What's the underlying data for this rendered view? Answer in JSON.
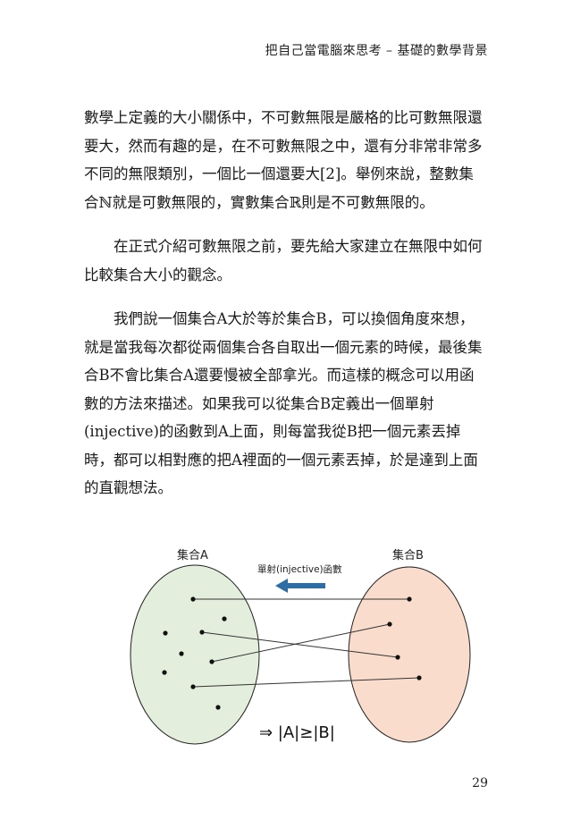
{
  "header": {
    "running_title": "把自己當電腦來思考 – 基礎的數學背景"
  },
  "paragraphs": [
    "數學上定義的大小關係中，不可數無限是嚴格的比可數無限還要大，然而有趣的是，在不可數無限之中，還有分非常非常多不同的無限類別，一個比一個還要大[2]。舉例來說，整數集合ℕ就是可數無限的，實數集合ℝ則是不可數無限的。",
    "在正式介紹可數無限之前，要先給大家建立在無限中如何比較集合大小的觀念。",
    "我們說一個集合A大於等於集合B，可以換個角度來想，就是當我每次都從兩個集合各自取出一個元素的時候，最後集合B不會比集合A還要慢被全部拿光。而這樣的概念可以用函數的方法來描述。如果我可以從集合B定義出一個單射(injective)的函數到A上面，則每當我從B把一個元素丟掉時，都可以相對應的把A裡面的一個元素丟掉，於是達到上面的直觀想法。"
  ],
  "figure": {
    "set_a_label": "集合A",
    "set_b_label": "集合B",
    "arrow_label": "單射(injective)函數",
    "conclusion": "⇒ |A|≥|B|",
    "colors": {
      "set_a_fill": "#e3efdc",
      "set_b_fill": "#f9dccb",
      "arrow": "#2e6da4"
    }
  },
  "page_number": "29"
}
